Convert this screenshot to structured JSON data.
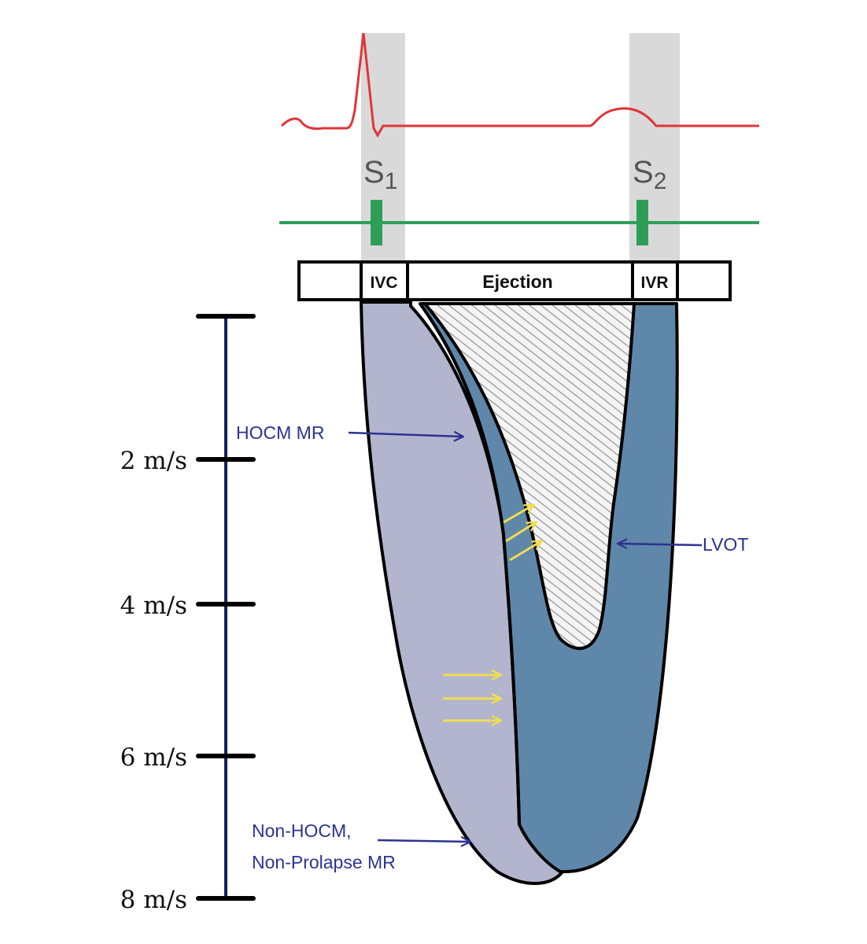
{
  "heart_sounds": {
    "s1": "S",
    "s1_sub": "1",
    "s2": "S",
    "s2_sub": "2"
  },
  "phases": {
    "ivc": "IVC",
    "ejection": "Ejection",
    "ivr": "IVR"
  },
  "velocity_scale": {
    "ticks": [
      "2 m/s",
      "4 m/s",
      "6 m/s",
      "8 m/s"
    ]
  },
  "annotations": {
    "hocm_mr": "HOCM MR",
    "lvot": "LVOT",
    "non_hocm_line1": "Non-HOCM,",
    "non_hocm_line2": "Non-Prolapse MR"
  },
  "colors": {
    "ecg": "#e0353a",
    "phonocardiogram": "#2e9e57",
    "timing_band": "#d9d9d9",
    "mr_envelope": "#b2b5cd",
    "lvot_envelope": "#5f87a9",
    "axis": "#14205a",
    "annotation": "#2b3390",
    "flow_arrows": "#f0dc52"
  }
}
